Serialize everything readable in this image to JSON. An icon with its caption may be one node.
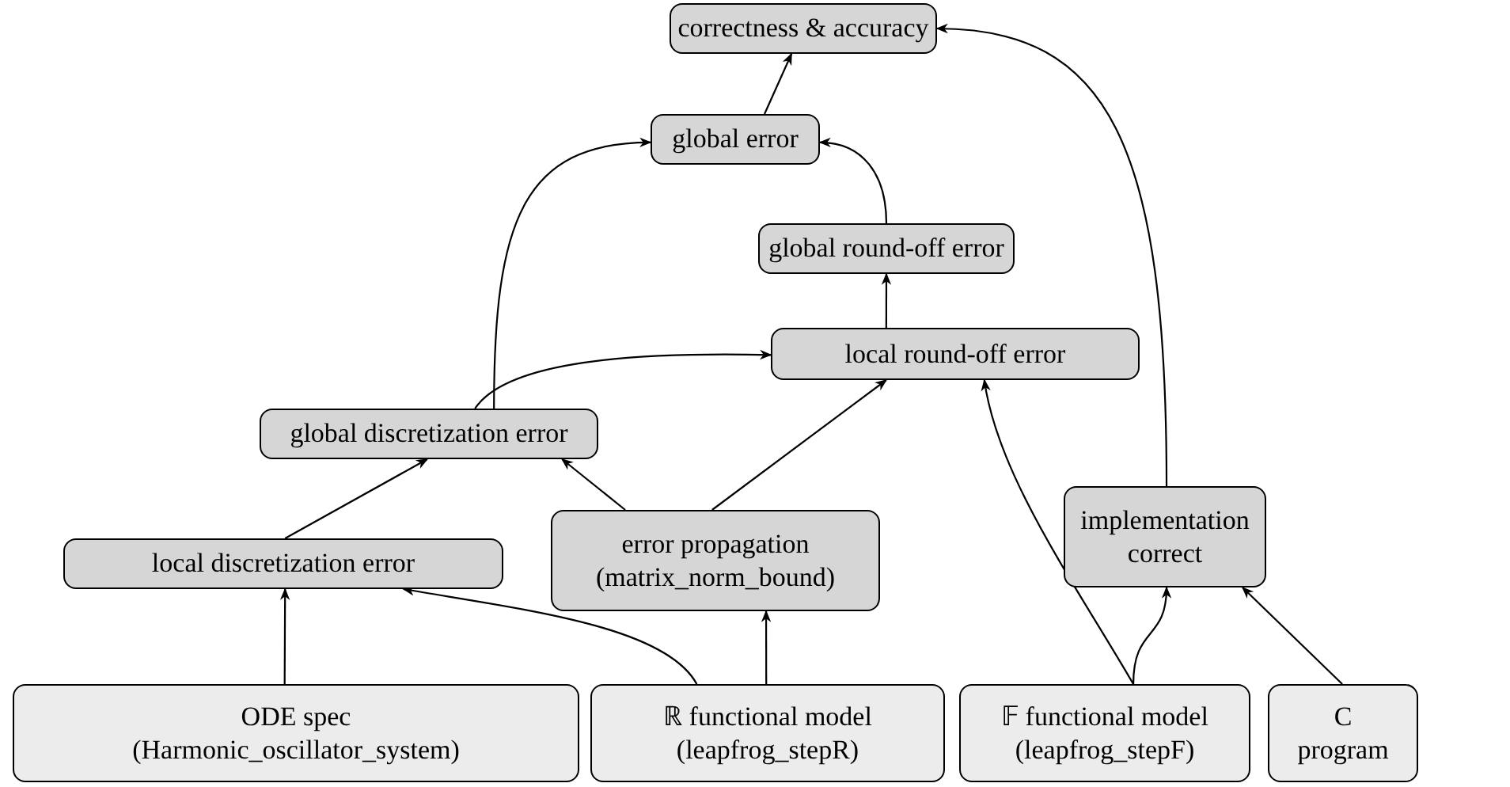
{
  "diagram": {
    "nodes": [
      {
        "text": [
          "correctness & accuracy"
        ]
      },
      {
        "text": [
          "global error"
        ]
      },
      {
        "text": [
          "global round-off error"
        ]
      },
      {
        "text": [
          "local round-off error"
        ]
      },
      {
        "text": [
          "global discretization error"
        ]
      },
      {
        "text": [
          "local discretization error"
        ]
      },
      {
        "text": [
          "error propagation (matrix_norm_bound)"
        ]
      },
      {
        "text": [
          "implementation correct"
        ]
      },
      {
        "text": [
          "ODE spec (Harmonic_oscillator_system)"
        ]
      },
      {
        "text": [
          "ℝ functional model (leapfrog_stepR)"
        ]
      },
      {
        "text": [
          "𝔽 functional model (leapfrog_stepF)"
        ]
      },
      {
        "text": [
          "C program"
        ]
      }
    ],
    "edges": [
      {
        "from": 1,
        "to": 0,
        "arrow": "to"
      },
      {
        "from": 7,
        "to": 0,
        "arrow": "to"
      },
      {
        "from": 4,
        "to": 1,
        "arrow": "to"
      },
      {
        "from": 2,
        "to": 1,
        "arrow": "to"
      },
      {
        "from": 3,
        "to": 2,
        "arrow": "to"
      },
      {
        "from": 4,
        "to": 3,
        "arrow": "to"
      },
      {
        "from": 6,
        "to": 3,
        "arrow": "to"
      },
      {
        "from": 10,
        "to": 3,
        "arrow": "to"
      },
      {
        "from": 5,
        "to": 4,
        "arrow": "to"
      },
      {
        "from": 6,
        "to": 4,
        "arrow": "to"
      },
      {
        "from": 8,
        "to": 5,
        "arrow": "to"
      },
      {
        "from": 9,
        "to": 5,
        "arrow": "to"
      },
      {
        "from": 9,
        "to": 6,
        "arrow": "to"
      },
      {
        "from": 10,
        "to": 7,
        "arrow": "to"
      },
      {
        "from": 11,
        "to": 7,
        "arrow": "to"
      }
    ]
  }
}
